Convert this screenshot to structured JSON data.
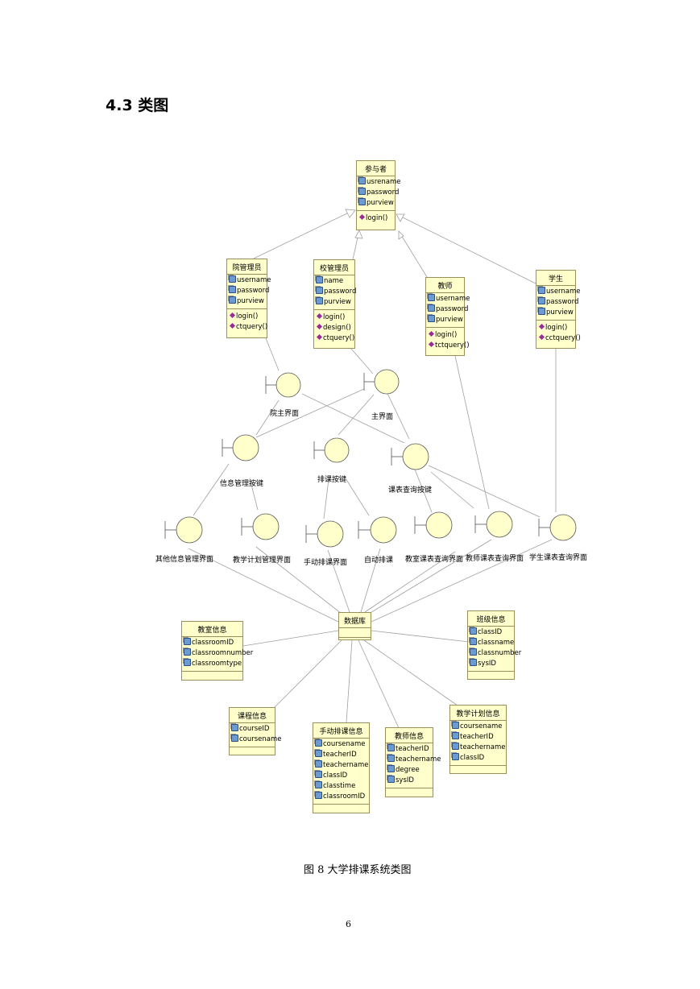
{
  "heading": "4.3 类图",
  "caption": "图 8  大学排课系统类图",
  "page_number": "6",
  "colors": {
    "class_fill": "#ffffcc",
    "class_border": "#9a8e5a",
    "boundary_fill": "#ffffcc",
    "line": "#a0a0a0"
  },
  "classes": {
    "participant": {
      "name": "参与者",
      "attributes": [
        "usrename",
        "password",
        "purview"
      ],
      "operations": [
        "login()"
      ]
    },
    "college_admin": {
      "name": "院管理员",
      "attributes": [
        "username",
        "password",
        "purview"
      ],
      "operations": [
        "login()",
        "ctquery()"
      ]
    },
    "school_admin": {
      "name": "校管理员",
      "attributes": [
        "name",
        "password",
        "purview"
      ],
      "operations": [
        "login()",
        "design()",
        "ctquery()"
      ]
    },
    "teacher": {
      "name": "教师",
      "attributes": [
        "username",
        "password",
        "purview"
      ],
      "operations": [
        "login()",
        "tctquery()"
      ]
    },
    "student": {
      "name": "学生",
      "attributes": [
        "username",
        "password",
        "purview"
      ],
      "operations": [
        "login()",
        "cctquery()"
      ]
    },
    "database": {
      "name": "数据库",
      "attributes": [],
      "operations": []
    },
    "classroom_info": {
      "name": "教室信息",
      "attributes": [
        "classroomID",
        "classroomnumber",
        "classroomtype"
      ],
      "operations": []
    },
    "class_info": {
      "name": "班级信息",
      "attributes": [
        "classID",
        "classname",
        "classnumber",
        "sysID"
      ],
      "operations": []
    },
    "course_info": {
      "name": "课程信息",
      "attributes": [
        "courseID",
        "coursename"
      ],
      "operations": []
    },
    "manual_schedule_info": {
      "name": "手动排课信息",
      "attributes": [
        "coursename",
        "teacherID",
        "teachername",
        "classID",
        "classtime",
        "classroomID"
      ],
      "operations": []
    },
    "teacher_info": {
      "name": "教师信息",
      "attributes": [
        "teacherID",
        "teachername",
        "degree",
        "sysID"
      ],
      "operations": []
    },
    "teaching_plan_info": {
      "name": "教学计划信息",
      "attributes": [
        "coursename",
        "teacherID",
        "teachername",
        "classID"
      ],
      "operations": []
    }
  },
  "boundaries": {
    "college_main_ui": "院主界面",
    "main_ui": "主界面",
    "info_mgmt_button": "信息管理按键",
    "scheduling_button": "排课按键",
    "timetable_query_button": "课表查询按键",
    "other_info_mgmt_ui": "其他信息管理界面",
    "teaching_plan_mgmt_ui": "教学计划管理界面",
    "manual_scheduling_ui": "手动排课界面",
    "auto_scheduling": "自动排课",
    "classroom_timetable_query_ui": "教室课表查询界面",
    "teacher_timetable_query_ui": "教师课表查询界面",
    "student_timetable_query_ui": "学生课表查询界面"
  }
}
